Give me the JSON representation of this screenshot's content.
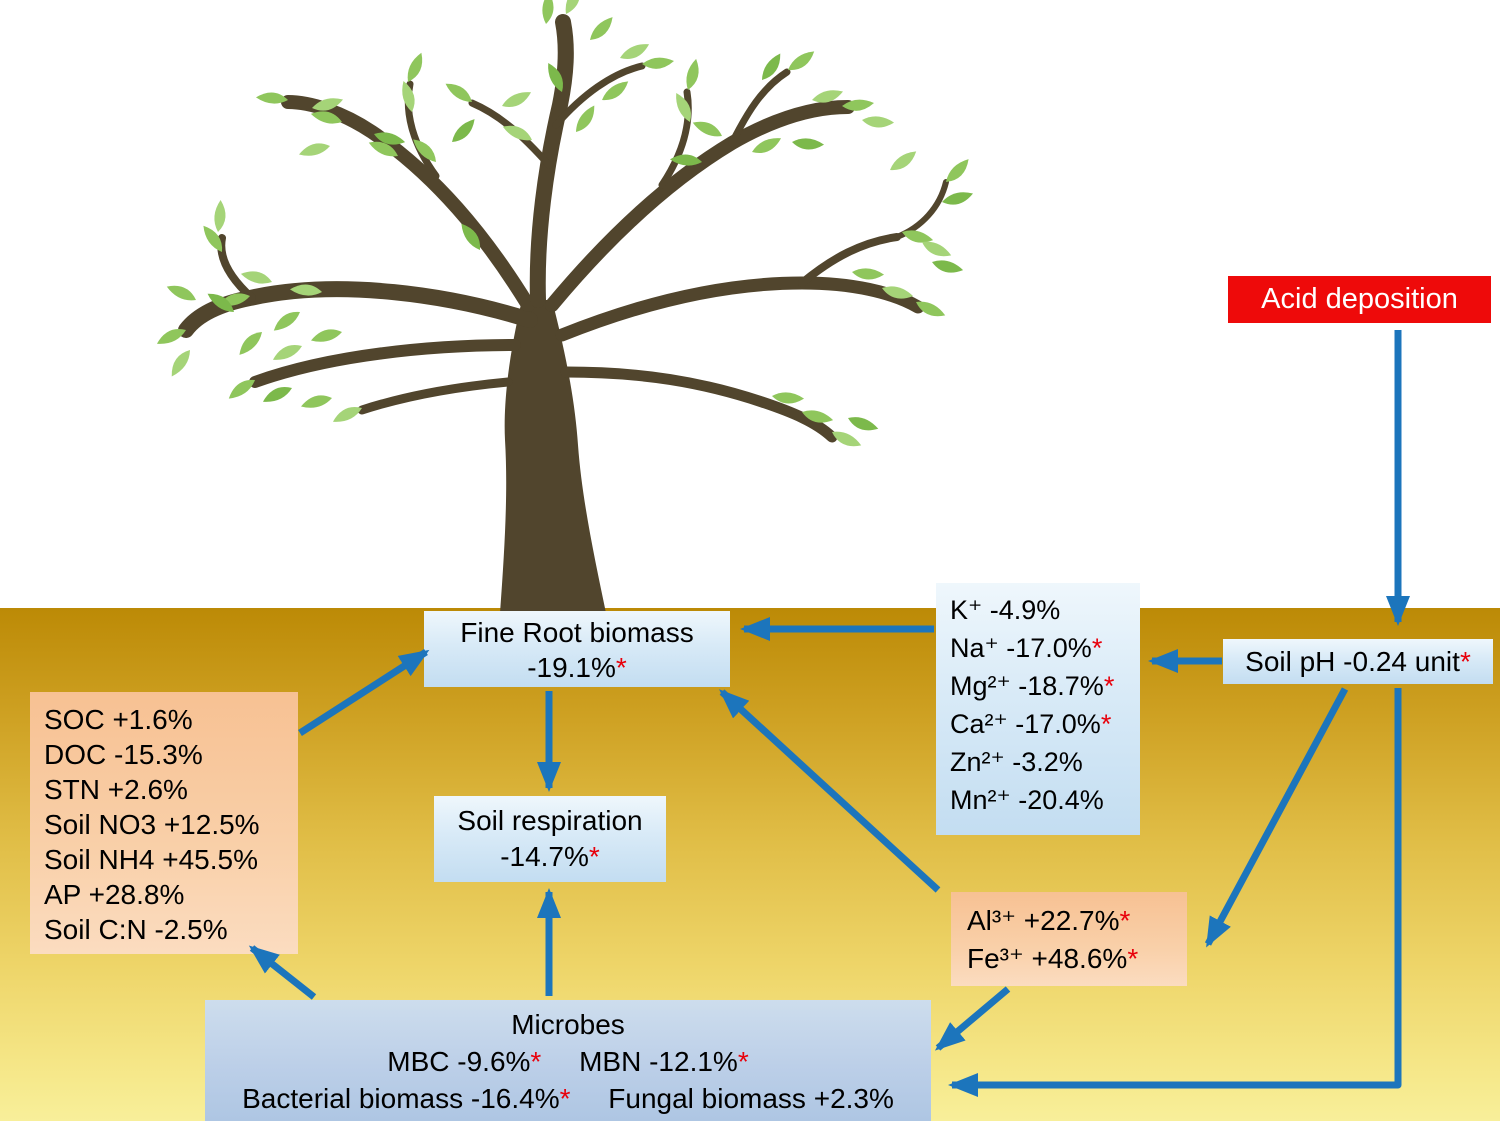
{
  "acid_box": {
    "label": "Acid deposition"
  },
  "soil_ph_box": {
    "text": "Soil pH -0.24 unit",
    "star": "*"
  },
  "cations_box": {
    "lines": [
      {
        "text": "K⁺ -4.9%"
      },
      {
        "text": "Na⁺ -17.0%",
        "star": "*"
      },
      {
        "text": "Mg²⁺ -18.7%",
        "star": "*"
      },
      {
        "text": "Ca²⁺ -17.0%",
        "star": "*"
      },
      {
        "text": "Zn²⁺ -3.2%"
      },
      {
        "text": "Mn²⁺ -20.4%"
      }
    ]
  },
  "fine_root_box": {
    "title": "Fine Root biomass",
    "value": {
      "text": "-19.1%",
      "star": "*"
    }
  },
  "soil_chem_box": {
    "lines": [
      {
        "text": "SOC +1.6%"
      },
      {
        "text": "DOC -15.3%"
      },
      {
        "text": "STN +2.6%"
      },
      {
        "text": "Soil NO3 +12.5%"
      },
      {
        "text": "Soil NH4 +45.5%"
      },
      {
        "text": "AP +28.8%"
      },
      {
        "text": "Soil C:N -2.5%"
      }
    ]
  },
  "soil_respiration_box": {
    "title": "Soil respiration",
    "value": {
      "text": "-14.7%",
      "star": "*"
    }
  },
  "metals_box": {
    "lines": [
      {
        "text": "Al³⁺ +22.7%",
        "star": "*"
      },
      {
        "text": "Fe³⁺ +48.6%",
        "star": "*"
      }
    ]
  },
  "microbes_box": {
    "title": "Microbes",
    "line2": [
      {
        "text": "MBC -9.6%",
        "star": "*"
      },
      {
        "text": "MBN -12.1%",
        "star": "*"
      }
    ],
    "line3": [
      {
        "text": "Bacterial biomass -16.4%",
        "star": "*"
      },
      {
        "text": "Fungal biomass +2.3%"
      }
    ]
  },
  "colors": {
    "arrow_blue": "#1c75bc",
    "acid_red": "#ee0a0a",
    "star_red": "#e8000b",
    "box_blue": "#cfe4f4",
    "box_orange": "#f8c79c",
    "soil_top": "#bc8a06",
    "soil_bottom": "#f8ef9a"
  }
}
